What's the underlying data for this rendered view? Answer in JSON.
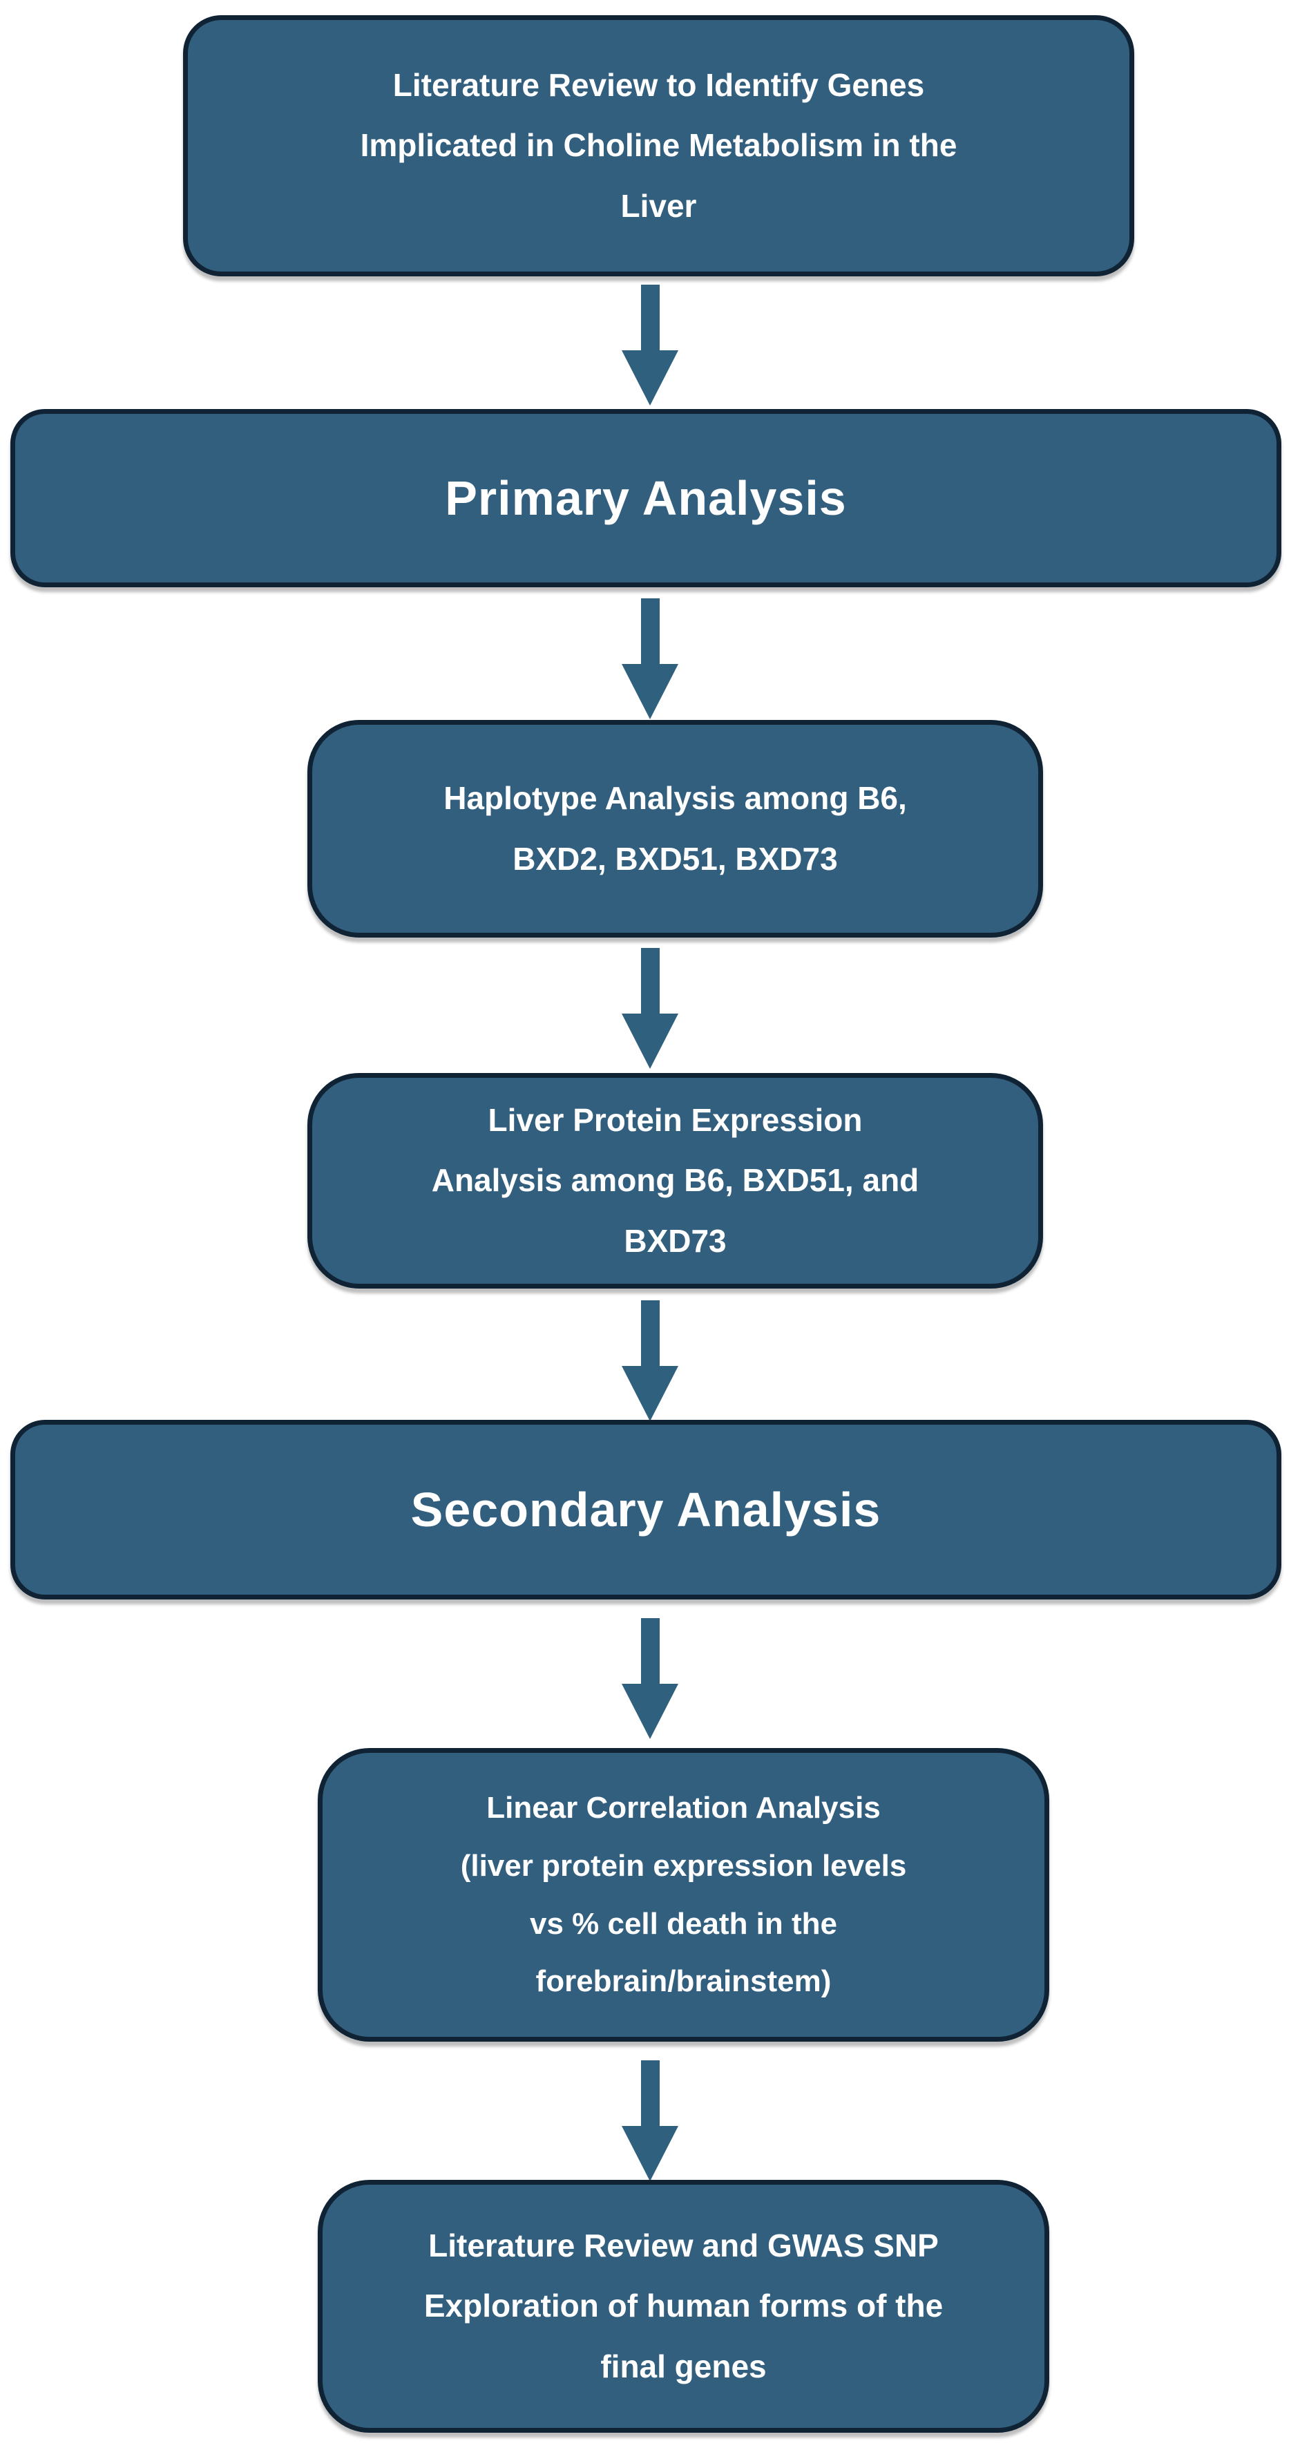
{
  "diagram": {
    "title": "Analysis workflow flowchart",
    "colors": {
      "background": "#ffffff",
      "node_fill": "#335f7f",
      "node_border": "#0f2335",
      "arrow_color": "#2f617f",
      "text_color": "#ffffff"
    },
    "nodes": [
      {
        "id": "literature-review-choline",
        "type": "step",
        "lines": [
          "Literature Review to Identify Genes",
          "Implicated in Choline Metabolism in the",
          "Liver"
        ]
      },
      {
        "id": "primary-analysis",
        "type": "phase",
        "lines": [
          "Primary Analysis"
        ]
      },
      {
        "id": "haplotype-analysis",
        "type": "step",
        "lines": [
          "Haplotype Analysis among B6,",
          "BXD2, BXD51, BXD73"
        ]
      },
      {
        "id": "liver-protein-expression",
        "type": "step",
        "lines": [
          "Liver Protein Expression",
          "Analysis among B6, BXD51, and",
          "BXD73"
        ]
      },
      {
        "id": "secondary-analysis",
        "type": "phase",
        "lines": [
          "Secondary Analysis"
        ]
      },
      {
        "id": "linear-correlation-analysis",
        "type": "step",
        "lines": [
          "Linear Correlation Analysis",
          "(liver protein expression levels",
          "vs % cell death in the",
          "forebrain/brainstem)"
        ]
      },
      {
        "id": "gwas-snp-exploration",
        "type": "step",
        "lines": [
          "Literature Review and GWAS SNP",
          "Exploration of human forms of the",
          "final genes"
        ]
      }
    ],
    "connector": "down-arrow"
  }
}
